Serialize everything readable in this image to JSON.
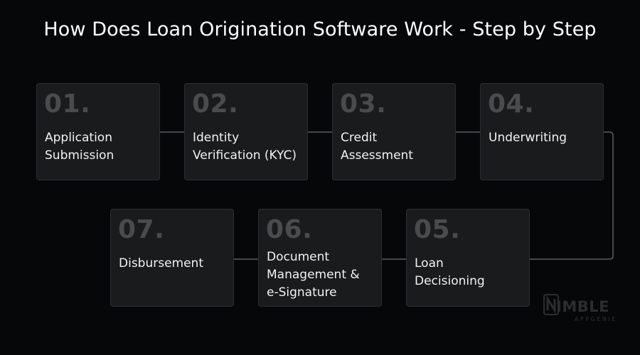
{
  "title": "How Does Loan Origination Software Work - Step by Step",
  "steps": [
    {
      "number": "01.",
      "label_lines": [
        "Application",
        "Submission"
      ]
    },
    {
      "number": "02.",
      "label_lines": [
        "Identity",
        "Verification (KYC)"
      ]
    },
    {
      "number": "03.",
      "label_lines": [
        "Credit",
        "Assessment"
      ]
    },
    {
      "number": "04.",
      "label_lines": [
        "Underwriting"
      ]
    },
    {
      "number": "05.",
      "label_lines": [
        "Loan",
        "Decisioning"
      ]
    },
    {
      "number": "06.",
      "label_lines": [
        "Document",
        "Management &",
        "e-Signature"
      ]
    },
    {
      "number": "07.",
      "label_lines": [
        "Disbursement"
      ]
    }
  ],
  "logo": {
    "wordmark": "IMBLE",
    "subtext": "APPGENIE"
  },
  "colors": {
    "background": "#060708",
    "card": "#1a1b1d",
    "card_border": "#2c2f33",
    "number": "#4a4b4d",
    "connector": "#5a5d61",
    "text": "#ffffff"
  }
}
